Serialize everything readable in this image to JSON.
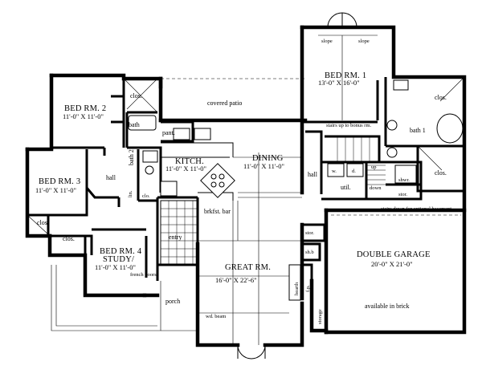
{
  "rooms": {
    "bed2": {
      "name": "BED RM. 2",
      "dims": "11'-0\" X 11'-0\""
    },
    "bed3": {
      "name": "BED RM. 3",
      "dims": "11'-0\" X 11'-0\""
    },
    "bed4": {
      "name": "BED RM. 4",
      "name2": "STUDY/",
      "dims": "11'-0\" X 11'-0\""
    },
    "bed1": {
      "name": "BED RM. 1",
      "dims": "13'-0\" X 16'-0\""
    },
    "kitchen": {
      "name": "KITCH.",
      "dims": "11'-0\" X 11'-0\""
    },
    "dining": {
      "name": "DINING",
      "dims": "11'-0\" X 11'-0\""
    },
    "great": {
      "name": "GREAT RM.",
      "dims": "16'-0\" X 22'-6\""
    },
    "garage": {
      "name": "DOUBLE GARAGE",
      "dims": "20'-0\" X 21'-0\"",
      "note": "available in brick"
    }
  },
  "labels": {
    "covered_patio": "covered patio",
    "clos": "clos.",
    "bath": "bath",
    "bath_1": "bath 1",
    "bath_2": "bath 2",
    "pant": "pant.",
    "hall": "hall",
    "lin": "lin.",
    "clo": "clo.",
    "entry": "entry",
    "brkfst_bar": "brkfst. bar",
    "french_doors": "french doors",
    "porch": "porch",
    "wd_beam": "wd. beam",
    "hearth": "hearth",
    "fp": "f.p.",
    "storage": "storage",
    "stor": "stor.",
    "sh_b": "sh.b",
    "util": "util.",
    "w": "w.",
    "d": "d.",
    "up": "up",
    "down": "down",
    "shwr": "shwr.",
    "slope": "slope",
    "stairs_up": "stairs up to bonus rm.",
    "stairs_down": "stairs down for optional basement"
  }
}
